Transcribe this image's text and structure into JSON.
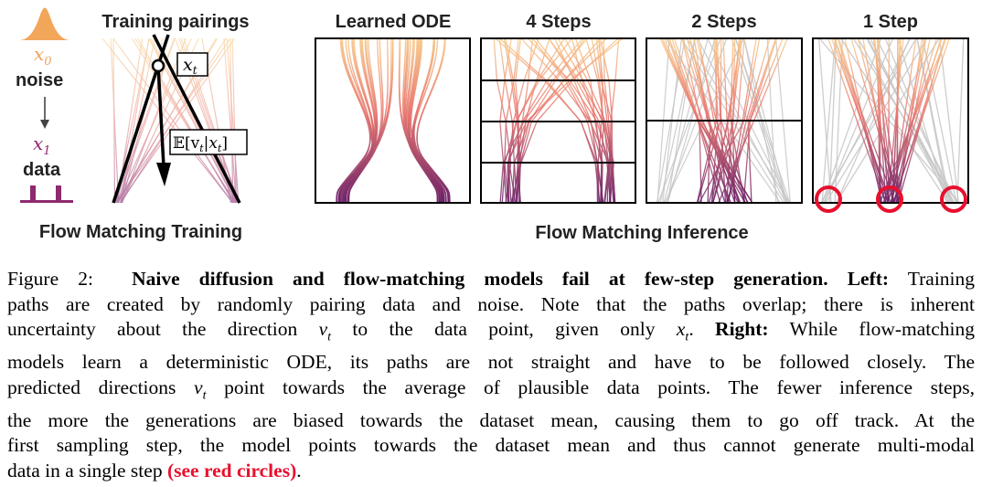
{
  "figure": {
    "panels": {
      "training_title": "Training pairings",
      "ode_title": "Learned ODE",
      "steps4_title": "4 Steps",
      "steps2_title": "2 Steps",
      "steps1_title": "1 Step"
    },
    "left_legend": {
      "x0": "x",
      "x0_sub": "0",
      "noise": "noise",
      "x1": "x",
      "x1_sub": "1",
      "data": "data"
    },
    "annotations": {
      "xt": "x",
      "xt_sub": "t",
      "expect": "𝔼[v",
      "expect_sub": "t",
      "expect_mid": "|x",
      "expect_sub2": "t",
      "expect_end": "]"
    },
    "section_titles": {
      "training": "Flow Matching Training",
      "inference": "Flow Matching Inference"
    },
    "colors": {
      "noise": "#f2a65a",
      "data": "#8e2a6e",
      "grey": "#c8c8c8",
      "circle": "#e8102e"
    }
  },
  "caption": {
    "label": "Figure 2:",
    "bold_title": "Naive diffusion and flow-matching models fail at few-step generation.",
    "left_label": "Left:",
    "t1": "Training",
    "t2": "paths are created by randomly pairing data and noise. Note that the paths overlap; there is inherent",
    "t3a": "uncertainty about the direction",
    "vt": "v",
    "vt_sub": "t",
    "t3b": "to the data point, given only",
    "xt": "x",
    "xt_sub": "t",
    "t3c": ".",
    "right_label": "Right:",
    "t3d": "While flow-matching",
    "t4": "models learn a deterministic ODE, its paths are not straight and have to be followed closely. The",
    "t5a": "predicted directions",
    "t5b": "point towards the average of plausible data points. The fewer inference steps,",
    "t6": "the more the generations are biased towards the dataset mean, causing them to go off track. At the",
    "t7": "first sampling step, the model points towards the dataset mean and thus cannot generate multi-modal",
    "t8a": "data in a single step",
    "red": "(see red circles)",
    "t8b": "."
  }
}
